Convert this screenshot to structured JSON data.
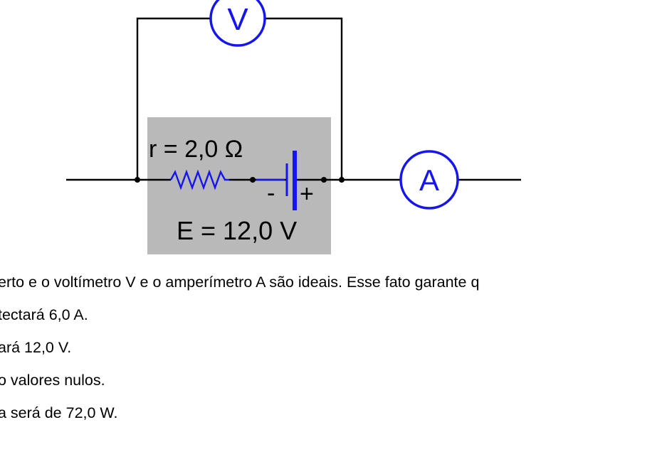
{
  "diagram": {
    "voltmeter_label": "V",
    "ammeter_label": "A",
    "resistor_label": "r = 2,0 Ω",
    "emf_label": "E = 12,0 V",
    "battery_minus": "-",
    "battery_plus": "+",
    "colors": {
      "meter": "#1515ee",
      "battery_plate": "#1515ee",
      "wire": "#000000",
      "box_fill": "#b9b9b9"
    }
  },
  "question": {
    "stem": "erto e o voltímetro V e o amperímetro A são ideais. Esse fato garante q",
    "options": [
      "tectará 6,0 A.",
      "ará 12,0 V.",
      "o valores nulos.",
      "a será de 72,0 W."
    ]
  }
}
